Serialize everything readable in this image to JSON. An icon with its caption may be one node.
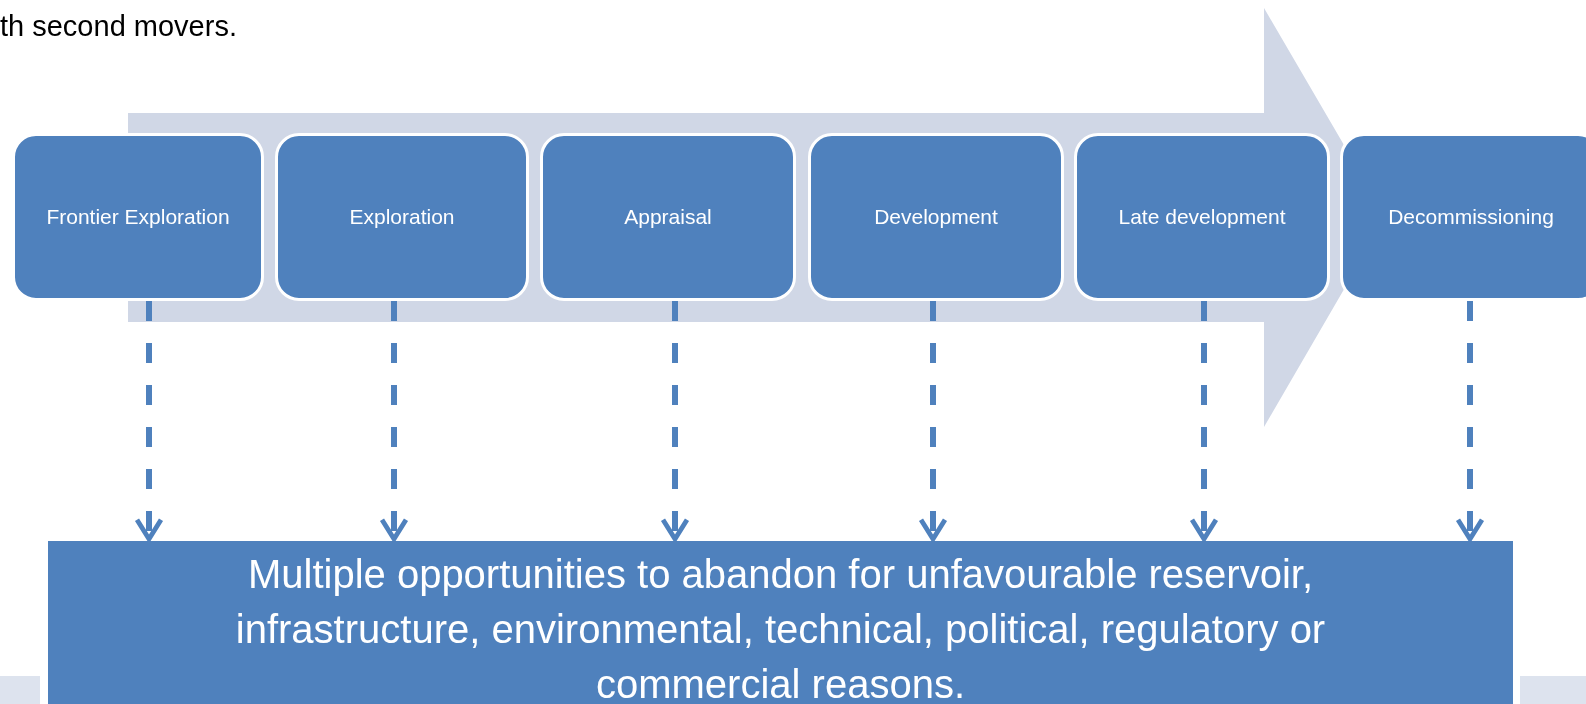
{
  "diagram": {
    "nodes": [
      {
        "text": [
          "Frontier Exploration"
        ]
      },
      {
        "text": [
          "Exploration"
        ]
      },
      {
        "text": [
          "Appraisal"
        ]
      },
      {
        "text": [
          "Development"
        ]
      },
      {
        "text": [
          "Late development"
        ]
      },
      {
        "text": [
          "Decommissioning"
        ]
      },
      {
        "text": [
          "Multiple opportunities to abandon for unfavourable reservoir, infrastructure, environmental, technical, political, regulatory or commercial reasons."
        ]
      }
    ],
    "edges": [
      {
        "from": 0,
        "to": 6,
        "arrow": "to",
        "style": "dashed"
      },
      {
        "from": 1,
        "to": 6,
        "arrow": "to",
        "style": "dashed"
      },
      {
        "from": 2,
        "to": 6,
        "arrow": "to",
        "style": "dashed"
      },
      {
        "from": 3,
        "to": 6,
        "arrow": "to",
        "style": "dashed"
      },
      {
        "from": 4,
        "to": 6,
        "arrow": "to",
        "style": "dashed"
      },
      {
        "from": 5,
        "to": 6,
        "arrow": "to",
        "style": "dashed"
      }
    ],
    "labels": [
      "th second movers."
    ]
  }
}
